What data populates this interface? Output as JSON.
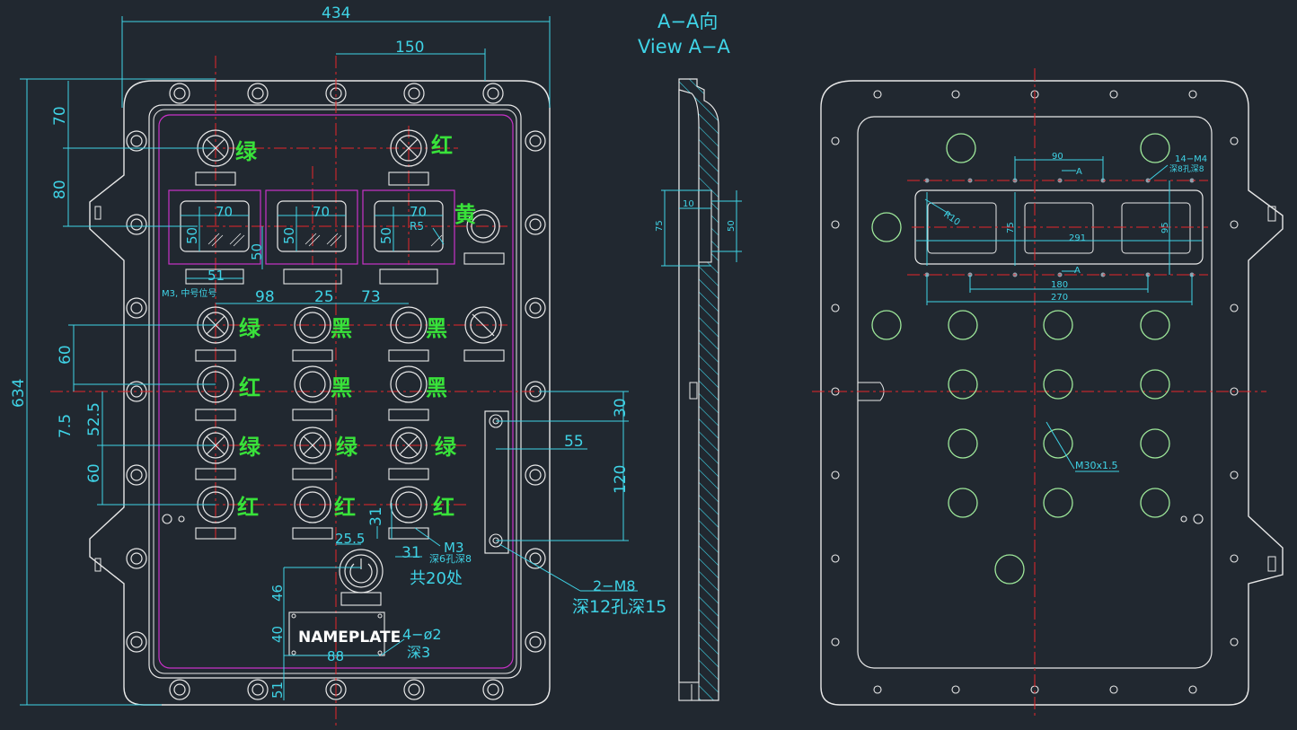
{
  "view_title": {
    "cn": "A−A向",
    "en": "View  A−A"
  },
  "colors": {
    "bg": "#212830",
    "outline": "#e8e8e8",
    "dim": "#3fd3e6",
    "center": "#e8262a",
    "label": "#39e23a",
    "magenta": "#c832c8"
  },
  "dims": {
    "w434": "434",
    "w150": "150",
    "h70": "70",
    "h80": "80",
    "h634": "634",
    "d70a": "70",
    "d70b": "70",
    "d70c": "70",
    "d50a": "50",
    "d50b": "50",
    "d50c": "50",
    "d50d": "50",
    "r5": "R5",
    "d51": "51",
    "m3note": "M3, 中号位号",
    "d98": "98",
    "d25": "25",
    "d73": "73",
    "d60a": "60",
    "d75": "7.5",
    "d525": "52.5",
    "d60b": "60",
    "d30": "30",
    "d55": "55",
    "d120": "120",
    "d31a": "31",
    "d31b": "31",
    "m3": "M3",
    "m3depth": "深6孔深8",
    "count": "共20处",
    "d255": "25.5",
    "d46": "46",
    "d40": "40",
    "d88": "88",
    "d51b": "51",
    "m8": "2−M8",
    "m8depth": "深12孔深15",
    "phi2": "4−ø2",
    "phi2depth": "深3",
    "nameplate": "NAMEPLATE"
  },
  "lamp_labels": {
    "r1a": "绿",
    "r1b": "红",
    "yellow": "黄",
    "r2a": "绿",
    "r2b": "黑",
    "r2c": "黑",
    "r3a": "红",
    "r3b": "黑",
    "r3c": "黑",
    "r4a": "绿",
    "r4b": "绿",
    "r4c": "绿",
    "r5a": "红",
    "r5b": "红",
    "r5c": "红"
  },
  "side": {
    "d10": "10",
    "d75": "75",
    "d50": "50"
  },
  "back": {
    "d90": "90",
    "a1": "A",
    "m4": "14−M4",
    "m4depth": "深8孔深8",
    "r10": "R10",
    "d75": "75",
    "d291": "291",
    "d95": "95",
    "a2": "A",
    "d180": "180",
    "d270": "270",
    "m30": "M30x1.5"
  }
}
